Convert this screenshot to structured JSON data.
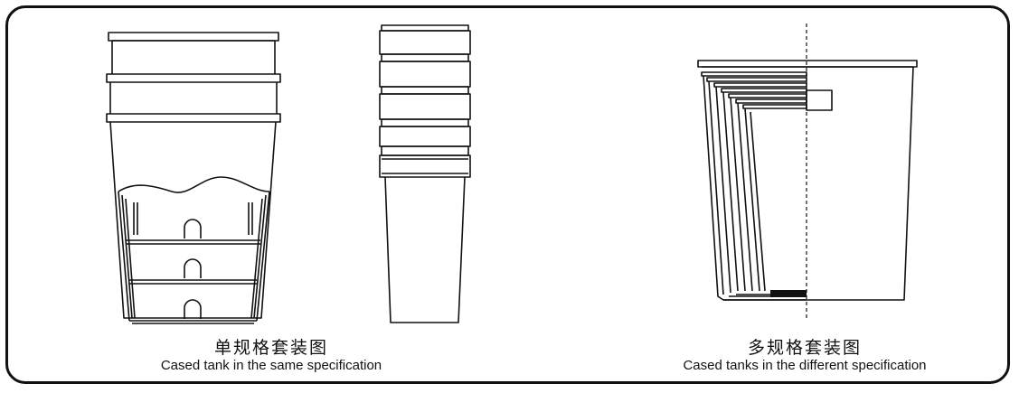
{
  "figures": {
    "single_spec": {
      "caption_zh": "单规格套装图",
      "caption_en": "Cased tank in the same specification"
    },
    "multi_spec": {
      "caption_zh": "多规格套装图",
      "caption_en": "Cased tanks in the different specification"
    }
  },
  "colors": {
    "line": "#111111",
    "background": "#ffffff"
  }
}
